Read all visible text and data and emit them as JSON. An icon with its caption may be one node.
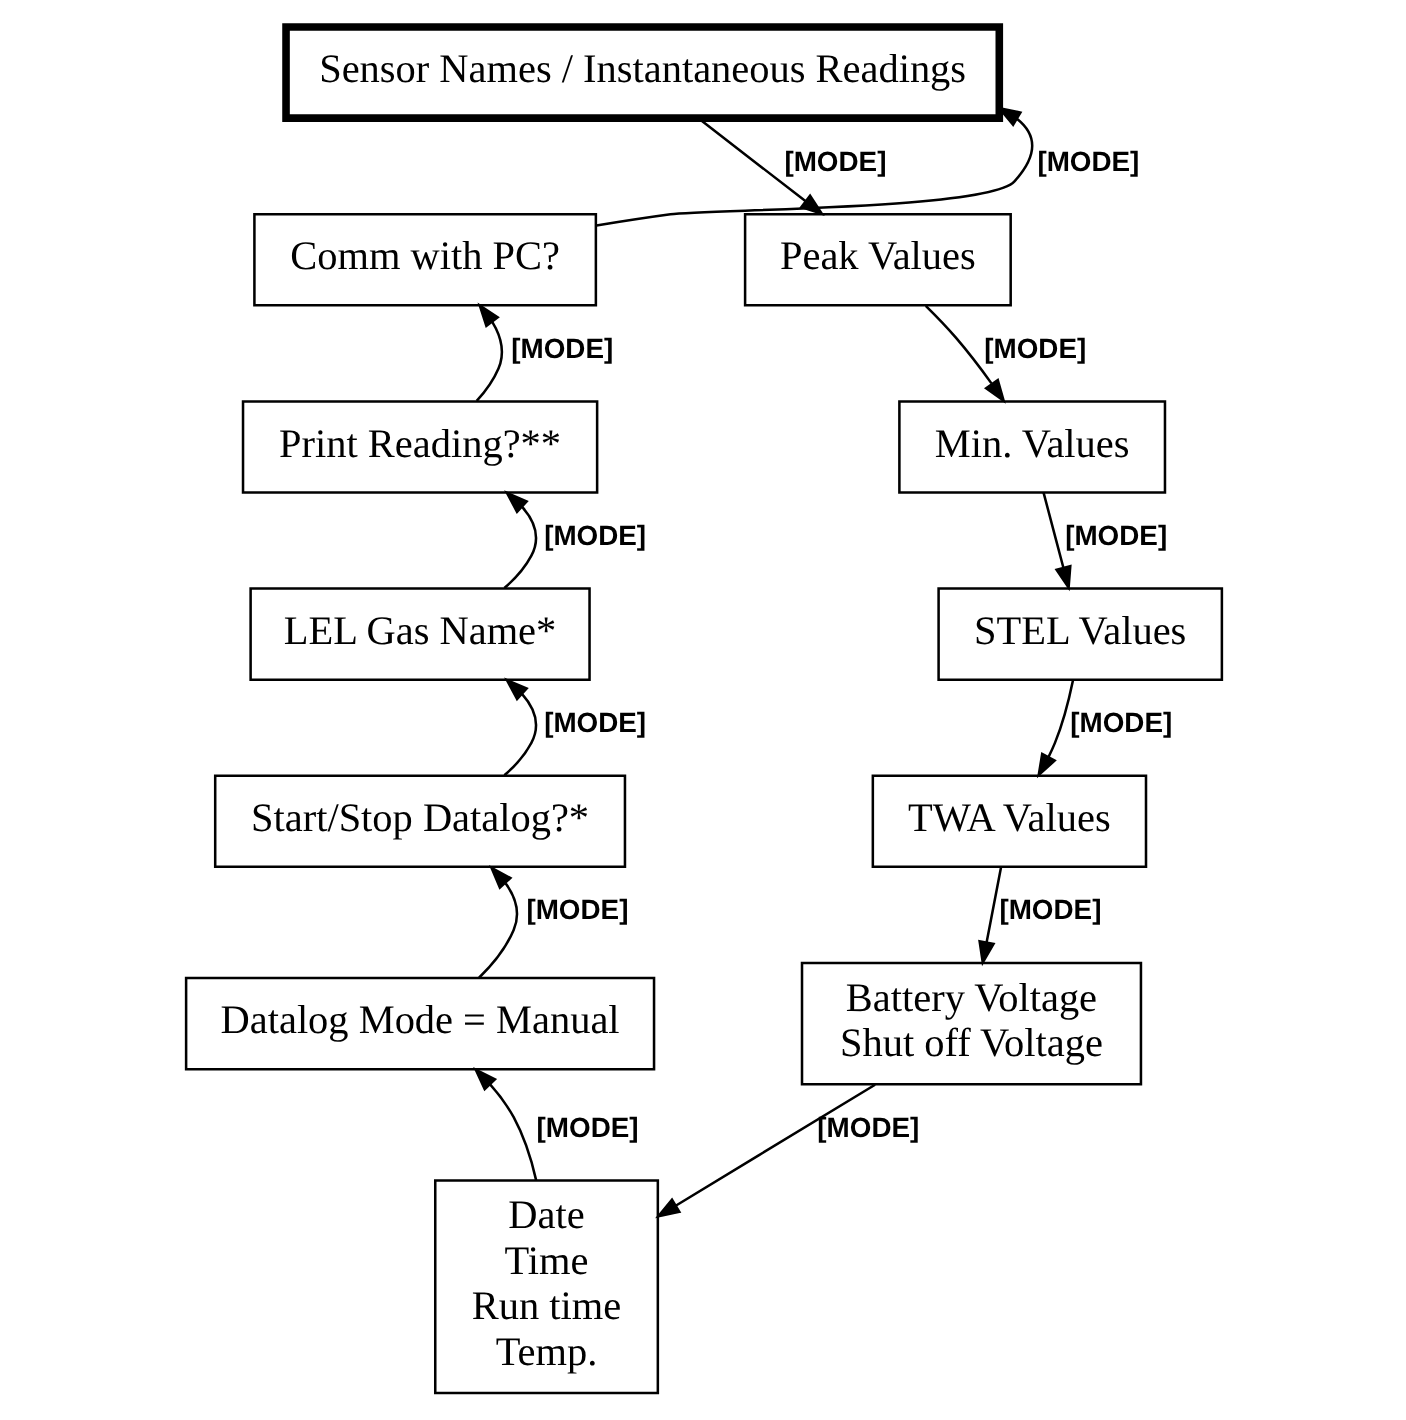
{
  "diagram": {
    "nodes": [
      {
        "text": [
          "Sensor Names / Instantaneous Readings"
        ]
      },
      {
        "text": [
          "Peak Values"
        ]
      },
      {
        "text": [
          "Min. Values"
        ]
      },
      {
        "text": [
          "STEL Values"
        ]
      },
      {
        "text": [
          "TWA Values"
        ]
      },
      {
        "text": [
          "Battery Voltage",
          "Shut off Voltage"
        ]
      },
      {
        "text": [
          "Date",
          "Time",
          "Run time",
          "Temp."
        ]
      },
      {
        "text": [
          "Datalog Mode = Manual"
        ]
      },
      {
        "text": [
          "Start/Stop Datalog?*"
        ]
      },
      {
        "text": [
          "LEL Gas Name*"
        ]
      },
      {
        "text": [
          "Print Reading?**"
        ]
      },
      {
        "text": [
          "Comm with PC?"
        ]
      }
    ],
    "edges": [
      {
        "from": 0,
        "to": 1,
        "arrow": "to",
        "label": "[MODE]"
      },
      {
        "from": 1,
        "to": 2,
        "arrow": "to",
        "label": "[MODE]"
      },
      {
        "from": 2,
        "to": 3,
        "arrow": "to",
        "label": "[MODE]"
      },
      {
        "from": 3,
        "to": 4,
        "arrow": "to",
        "label": "[MODE]"
      },
      {
        "from": 4,
        "to": 5,
        "arrow": "to",
        "label": "[MODE]"
      },
      {
        "from": 5,
        "to": 6,
        "arrow": "to",
        "label": "[MODE]"
      },
      {
        "from": 6,
        "to": 7,
        "arrow": "to",
        "label": "[MODE]"
      },
      {
        "from": 7,
        "to": 8,
        "arrow": "to",
        "label": "[MODE]"
      },
      {
        "from": 8,
        "to": 9,
        "arrow": "to",
        "label": "[MODE]"
      },
      {
        "from": 9,
        "to": 10,
        "arrow": "to",
        "label": "[MODE]"
      },
      {
        "from": 10,
        "to": 11,
        "arrow": "to",
        "label": "[MODE]"
      },
      {
        "from": 11,
        "to": 0,
        "arrow": "to",
        "label": "[MODE]"
      }
    ]
  }
}
